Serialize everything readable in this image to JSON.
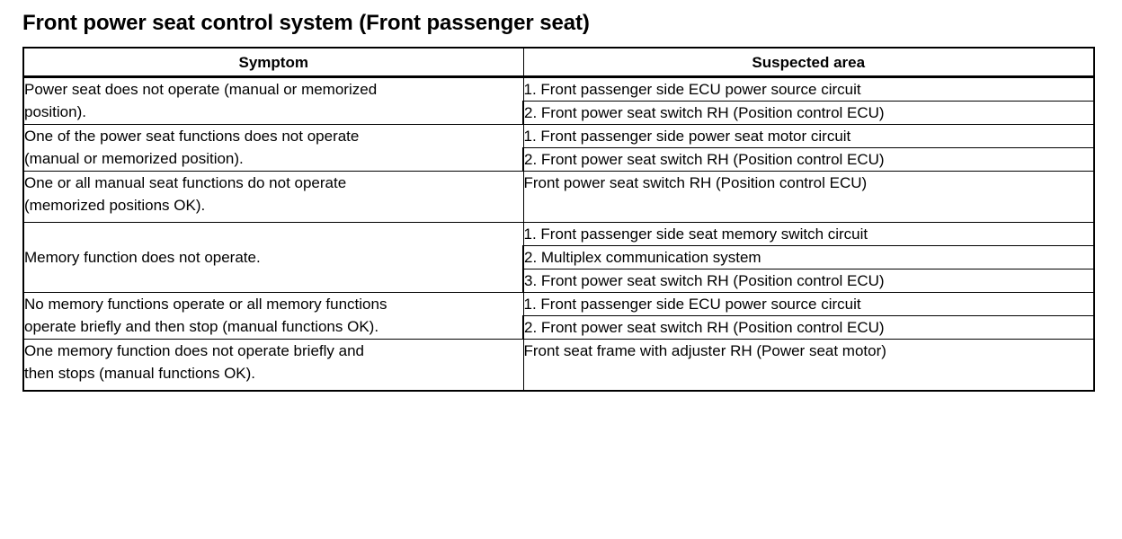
{
  "document": {
    "title": "Front power seat control system (Front passenger seat)"
  },
  "table": {
    "columns": {
      "symptom": "Symptom",
      "suspected_area": "Suspected area"
    },
    "rows": [
      {
        "symptom_line1": "Power seat does not operate (manual or memorized",
        "symptom_line2": "position).",
        "areas": [
          "1. Front passenger side ECU power source circuit",
          "2. Front power seat switch RH (Position control ECU)"
        ]
      },
      {
        "symptom_line1": "One of the power seat functions does not operate",
        "symptom_line2": "(manual or memorized position).",
        "areas": [
          "1. Front passenger side power seat motor circuit",
          "2. Front power seat switch RH (Position control ECU)"
        ]
      },
      {
        "symptom_line1": "One or all manual seat functions do not operate",
        "symptom_line2": "(memorized positions OK).",
        "areas": [
          "Front power seat switch RH (Position control ECU)"
        ]
      },
      {
        "symptom_line1": "Memory function does not operate.",
        "symptom_line2": "",
        "areas": [
          "1. Front passenger side seat memory switch circuit",
          "2. Multiplex communication system",
          "3. Front power seat switch RH (Position control ECU)"
        ]
      },
      {
        "symptom_line1": "No memory functions operate or all memory functions",
        "symptom_line2": "operate briefly and then stop (manual functions OK).",
        "areas": [
          "1. Front passenger side ECU power source circuit",
          "2. Front power seat switch RH (Position control ECU)"
        ]
      },
      {
        "symptom_line1": "One memory function does not operate briefly and",
        "symptom_line2": "then stops (manual functions OK).",
        "areas": [
          "Front seat frame with adjuster RH (Power seat motor)"
        ]
      }
    ]
  }
}
